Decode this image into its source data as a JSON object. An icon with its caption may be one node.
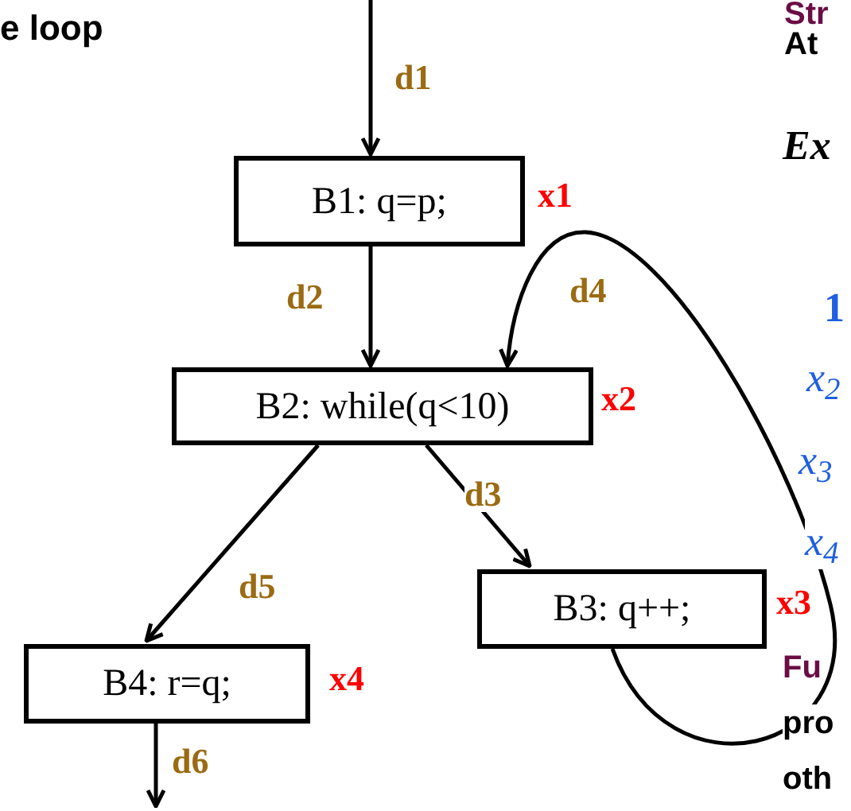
{
  "diagram": {
    "title": "e loop",
    "nodes": [
      {
        "text": [
          "B1: q=p;"
        ],
        "beside": [
          "x1"
        ]
      },
      {
        "text": [
          "B2: while(q<10)"
        ],
        "beside": [
          "x2"
        ]
      },
      {
        "text": [
          "B3: q++;"
        ],
        "beside": [
          "x3"
        ]
      },
      {
        "text": [
          "B4: r=q;"
        ],
        "beside": [
          "x4"
        ]
      }
    ],
    "edges": [
      {
        "from": null,
        "to": 0,
        "arrow": "to",
        "label": "d1"
      },
      {
        "from": 0,
        "to": 1,
        "arrow": "to",
        "label": "d2"
      },
      {
        "from": 1,
        "to": 2,
        "arrow": "to",
        "label": "d3"
      },
      {
        "from": 2,
        "to": 1,
        "arrow": "to",
        "label": "d4"
      },
      {
        "from": 1,
        "to": 3,
        "arrow": "to",
        "label": "d5"
      },
      {
        "from": 3,
        "to": null,
        "arrow": "to",
        "label": "d6"
      }
    ],
    "labels": [
      "Str",
      "At",
      "Ex",
      "1",
      "x$_{2}$",
      "x$_{3}$",
      "x$_{4}$",
      "Fu",
      "pro",
      "oth"
    ]
  }
}
